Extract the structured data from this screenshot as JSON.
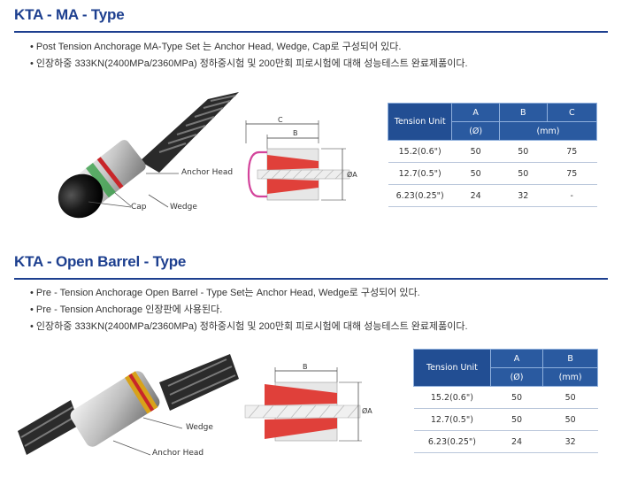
{
  "sections": [
    {
      "title": "KTA - MA - Type",
      "bullets": [
        "• Post Tension Anchorage MA-Type Set 는 Anchor Head, Wedge, Cap로 구성되어 있다.",
        "• 인장하중 333KN(2400MPa/2360MPa) 정하중시험 및 200만회 피로시험에 대해 성능테스트 완료제품이다."
      ],
      "callouts": {
        "anchor_head": "Anchor Head",
        "cap": "Cap",
        "wedge": "Wedge"
      },
      "dims": {
        "c": "C",
        "b": "B",
        "a": "ØA"
      },
      "table": {
        "unit_header": "Tension Unit",
        "columns": [
          "A",
          "B",
          "C"
        ],
        "subheaders": [
          "(Ø)",
          "(mm)"
        ],
        "rows": [
          [
            "15.2(0.6\")",
            "50",
            "50",
            "75"
          ],
          [
            "12.7(0.5\")",
            "50",
            "50",
            "75"
          ],
          [
            "6.23(0.25\")",
            "24",
            "32",
            "-"
          ]
        ]
      }
    },
    {
      "title": "KTA - Open Barrel - Type",
      "bullets": [
        "• Pre - Tension Anchorage Open Barrel - Type Set는 Anchor Head, Wedge로 구성되어 있다.",
        "• Pre - Tension Anchorage 인장판에 사용된다.",
        "• 인장하중 333KN(2400MPa/2360MPa) 정하중시험 및 200만회 피로시험에 대해 성능테스트 완료제품이다."
      ],
      "callouts": {
        "wedge": "Wedge",
        "anchor_head": "Anchor Head"
      },
      "dims": {
        "b": "B",
        "a": "ØA"
      },
      "table": {
        "unit_header": "Tension Unit",
        "columns": [
          "A",
          "B"
        ],
        "subheaders": [
          "(Ø)",
          "(mm)"
        ],
        "rows": [
          [
            "15.2(0.6\")",
            "50",
            "50"
          ],
          [
            "12.7(0.5\")",
            "50",
            "50"
          ],
          [
            "6.23(0.25\")",
            "24",
            "32"
          ]
        ]
      }
    }
  ],
  "colors": {
    "accent": "#1d3f8f",
    "table_header": "#2a5aa0",
    "wedge_red": "#e0403a",
    "cap_pink": "#d3449b",
    "ring_red": "#c8262a",
    "ring_gold": "#d8a21a"
  }
}
